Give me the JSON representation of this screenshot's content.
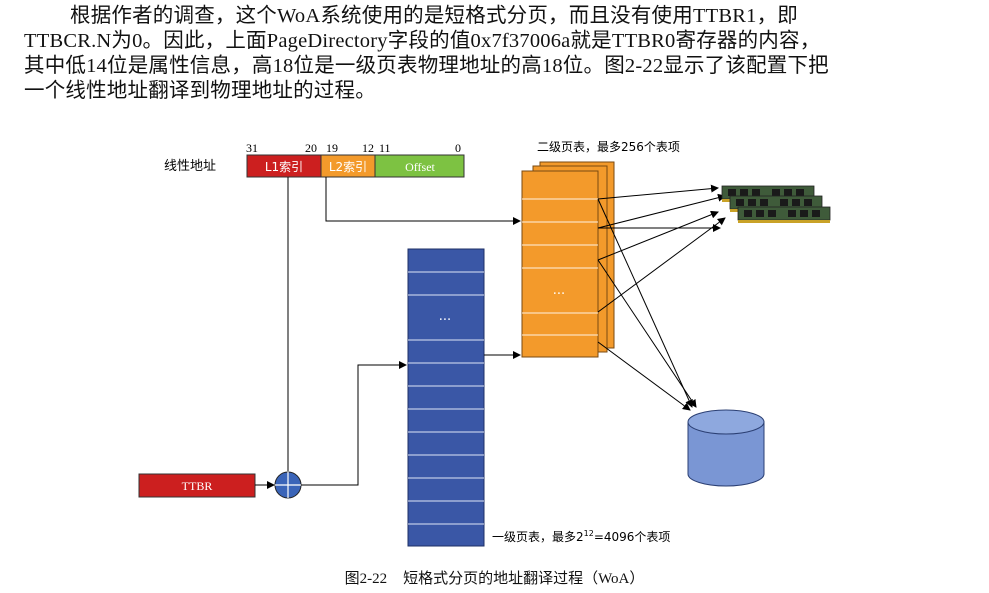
{
  "paragraph": {
    "line1": "根据作者的调查，这个WoA系统使用的是短格式分页，而且没有使用TTBR1，即",
    "line2": "TTBCR.N为0。因此，上面PageDirectory字段的值0x7f37006a就是TTBR0寄存器的内容，",
    "line3": "其中低14位是属性信息，高18位是一级页表物理地址的高18位。图2-22显示了该配置下把",
    "line4": "一个线性地址翻译到物理地址的过程。"
  },
  "figure": {
    "linear_address_label": "线性地址",
    "bit_labels": [
      "31",
      "20",
      "19",
      "12",
      "11",
      "0"
    ],
    "fields": {
      "l1_index": "L1索引",
      "l2_index": "L2索引",
      "offset": "Offset"
    },
    "ttbr_label": "TTBR",
    "plus_symbol": "+",
    "l1_table_ellipsis": "...",
    "l2_table_ellipsis": "...",
    "l2_table_caption": "二级页表，最多256个表项",
    "l1_table_caption_prefix": "一级页表，最多2",
    "l1_table_caption_exp": "12",
    "l1_table_caption_suffix": "=4096个表项",
    "colors": {
      "l1_field": "#cc1f1f",
      "l2_field": "#f39a2b",
      "offset_field": "#7dc242",
      "ttbr": "#cc1f1f",
      "l1_table": "#3a57a6",
      "l2_table": "#f39a2b",
      "disk": "#7a96d4",
      "adder": "#3a64b8"
    }
  },
  "caption": {
    "number": "图2-22",
    "title": "短格式分页的地址翻译过程（WoA）"
  }
}
